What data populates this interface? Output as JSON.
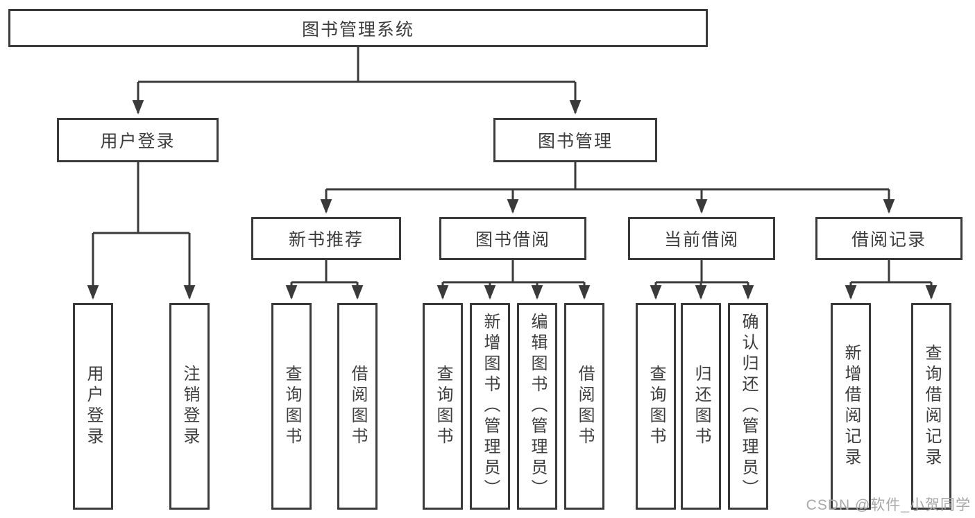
{
  "diagram": {
    "root": "图书管理系统",
    "branches": [
      {
        "label": "用户登录",
        "children": [
          "用户登录",
          "注销登录"
        ]
      },
      {
        "label": "图书管理",
        "children": [
          {
            "label": "新书推荐",
            "children": [
              "查询图书",
              "借阅图书"
            ]
          },
          {
            "label": "图书借阅",
            "children": [
              "查询图书",
              "新增图书（管理员）",
              "编辑图书（管理员）",
              "借阅图书"
            ]
          },
          {
            "label": "当前借阅",
            "children": [
              "查询图书",
              "归还图书",
              "确认归还（管理员）"
            ]
          },
          {
            "label": "借阅记录",
            "children": [
              "新增借阅记录",
              "查询借阅记录"
            ]
          }
        ]
      }
    ]
  },
  "watermark": "CSDN @软件_小贺同学",
  "colors": {
    "line": "#3a3a3a",
    "text": "#3d3d3d",
    "watermark": "#a8a8a8",
    "background": "#ffffff"
  }
}
